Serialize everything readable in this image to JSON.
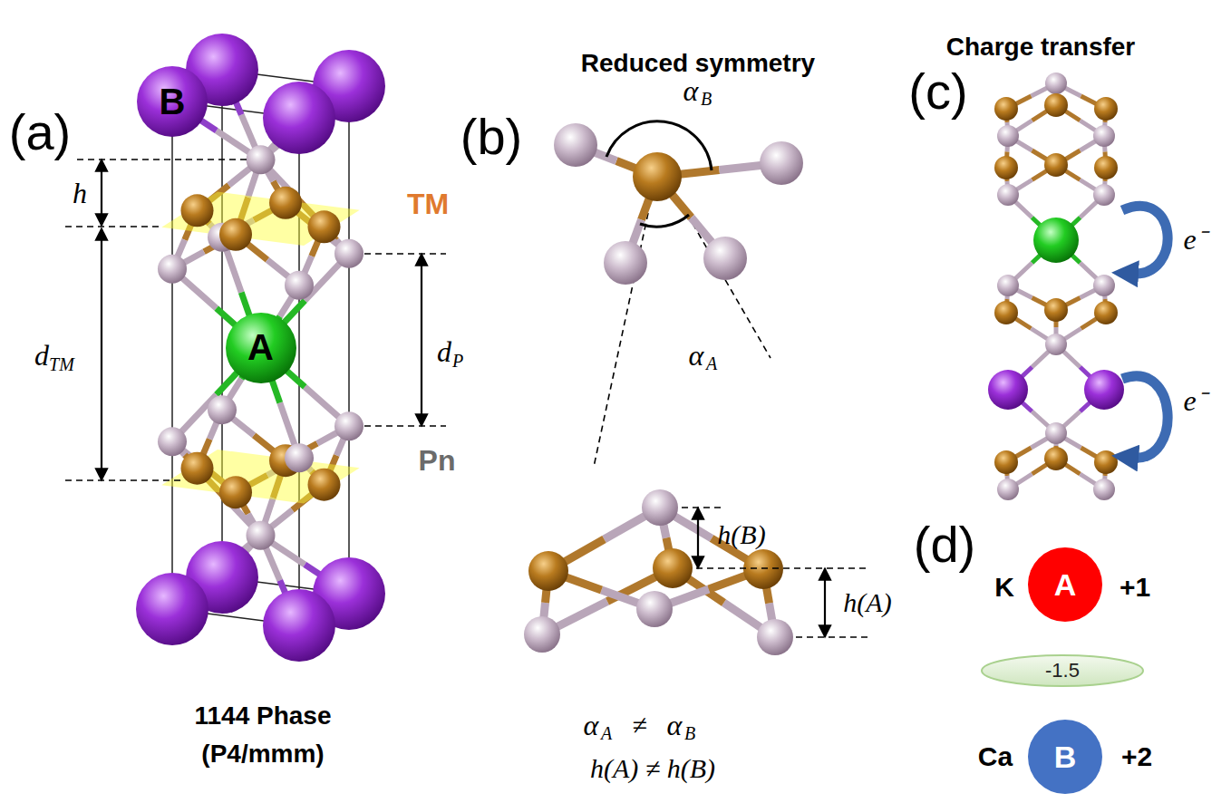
{
  "diagram": {
    "nodes": [
      {
        "text": [
          "B"
        ]
      },
      {
        "text": [
          "A"
        ]
      },
      {
        "text": [
          "A"
        ]
      },
      {
        "text": [
          "-1.5"
        ]
      },
      {
        "text": [
          "B"
        ]
      }
    ],
    "labels": [
      "(a)",
      "h",
      "TM",
      "d",
      "TM",
      "d",
      "P",
      "Pn",
      "1144 Phase",
      "(P4/mmm)",
      "Reduced symmetry",
      "(b)",
      "α",
      "B",
      "α",
      "A",
      "h(B)",
      "h(A)",
      "α",
      "A",
      "≠",
      "α",
      "B",
      "h(A) ≠ h(B)",
      "Charge transfer",
      "(c)",
      "e⁻",
      "e⁻",
      "(d)",
      "K",
      "+1",
      "Ca",
      "+2"
    ]
  }
}
